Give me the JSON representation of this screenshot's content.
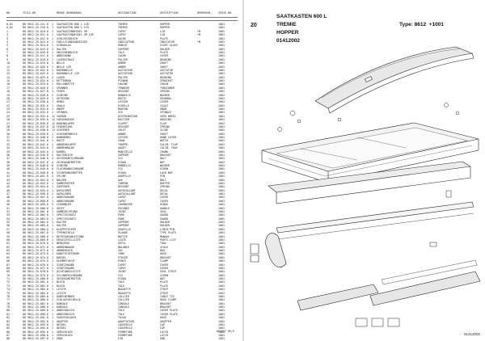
{
  "parts_list": {
    "columns": [
      "NR",
      "TEILE-NR",
      "MENGE BENENNUNG",
      "DESIGNATION",
      "DESCRIPTION",
      "BEMERKUNGEN",
      "SERIE-NR"
    ],
    "rows": [
      [
        "0,01",
        "80 9612.25.211.0",
        "1",
        "SAATKASTEN 600 L 12R",
        "TREMIE",
        "HOPPER",
        "",
        "1001"
      ],
      [
        "0,02",
        "80 9612.25.210.0",
        "1",
        "SAATKASTEN 600 L 11R",
        "TREMIE",
        "HOPPER",
        "",
        "1001"
      ],
      [
        "1",
        "80 9612.25.010.0",
        "1",
        "SAATKASTENDECKEL 3M",
        "CAPOT",
        "LID",
        "*B",
        "1001"
      ],
      [
        "2",
        "80 9612.25.011.0",
        "1",
        "SAATKASTENDECKEL 3M 12R",
        "CAPOT",
        "LID",
        "*B",
        "1001"
      ],
      [
        "3",
        "80 9612.25.012.0",
        "1",
        "SCHLIESSBLECH",
        "GACHE",
        "PLATE",
        "",
        "1001"
      ],
      [
        "4",
        "80 9612.25.013.0",
        "1",
        "FUELLSTANDSANZEIGER",
        "INDICATEUR",
        "INDICATOR",
        "*B",
        "1001"
      ],
      [
        "5",
        "80 9612.25.014.0",
        "1",
        "SCHAUGLAS",
        "HUBLOT",
        "SIGHT GLASS",
        "",
        "1001"
      ],
      [
        "6",
        "80 9612.25.015.0",
        "2",
        "HALTER",
        "SUPPORT",
        "HOLDER",
        "",
        "1001"
      ],
      [
        "7",
        "80 9612.25.016.0",
        "1",
        "ZWISCHENBLECH",
        "TOLE",
        "PLATE",
        "",
        "1001"
      ],
      [
        "8",
        "80 9612.25.017.0",
        "1",
        "ABDECKUNG",
        "CACHE",
        "COVER",
        "",
        "1001"
      ],
      [
        "9",
        "80 9612.25.018.0",
        "1",
        "LAGERSCHALE",
        "PALIER",
        "BEARING",
        "",
        "1001"
      ],
      [
        "10",
        "80 9612.25.019.0",
        "1",
        "WELLE",
        "ARBRE",
        "SHAFT",
        "",
        "1001"
      ],
      [
        "11",
        "80 9612.25.020.0",
        "1",
        "WELLE 12R",
        "ARBRE",
        "SHAFT",
        "",
        "1001"
      ],
      [
        "12",
        "80 9612.25.021.0",
        "1",
        "RUEHRWELLE",
        "AGITATEUR",
        "AGITATOR",
        "",
        "1001"
      ],
      [
        "13",
        "80 9612.25.022.0",
        "1",
        "RUEHRWELLE 12R",
        "AGITATEUR",
        "AGITATOR",
        "",
        "1001"
      ],
      [
        "14",
        "80 9612.25.023.0",
        "2",
        "LAGER",
        "PALIER",
        "BEARING",
        "",
        "1001"
      ],
      [
        "15",
        "80 9612.25.024.0",
        "1",
        "KETTENRAD",
        "PIGNON",
        "SPROCKET",
        "",
        "1001"
      ],
      [
        "16",
        "80 9612.25.025.0",
        "1",
        "ROLLENKETTE",
        "CHAINE",
        "CHAIN",
        "",
        "1001"
      ],
      [
        "17",
        "80 9612.25.026.0",
        "1",
        "SPANNER",
        "TENDEUR",
        "TENSIONER",
        "",
        "1001"
      ],
      [
        "18",
        "80 9612.25.027.0",
        "1",
        "FEDER",
        "RESSORT",
        "SPRING",
        "",
        "1001"
      ],
      [
        "19",
        "80 9612.25.028.0",
        "2",
        "SCHEIBE",
        "RONDELLE",
        "WASHER",
        "",
        "1001"
      ],
      [
        "20",
        "80 9612.25.029.0",
        "1",
        "GETRIEBE",
        "BOITE",
        "GEARBOX",
        "",
        "1001"
      ],
      [
        "21",
        "80 9612.25.030.0",
        "1",
        "HEBEL",
        "LEVIER",
        "LEVER",
        "",
        "1001"
      ],
      [
        "22",
        "80 9612.25.031.0",
        "1",
        "SKALA",
        "ECHELLE",
        "SCALE",
        "",
        "1001"
      ],
      [
        "23",
        "80 9612.25.032.0",
        "1",
        "KNOPF",
        "BOUTON",
        "KNOB",
        "",
        "1001"
      ],
      [
        "24",
        "80 9612.25.033.0",
        "1",
        "SPINDEL",
        "VIS",
        "SPINDLE",
        "",
        "1001"
      ],
      [
        "25",
        "80 9612.25.034.0",
        "12",
        "SAERAD",
        "DISTRIBUTEUR",
        "SEED WHEEL",
        "",
        "1001"
      ],
      [
        "26",
        "80 9612.25.035.0",
        "12",
        "SAEGEHAEUSE",
        "BOITIER",
        "HOUSING",
        "",
        "1001"
      ],
      [
        "27",
        "80 9612.25.036.0",
        "12",
        "BODENKLAPPE",
        "CLAPET",
        "FLAP",
        "",
        "1001"
      ],
      [
        "28",
        "80 9612.25.037.0",
        "12",
        "FEDERSTAHL",
        "RESSORT",
        "SPRING",
        "",
        "1001"
      ],
      [
        "29",
        "80 9612.25.038.0",
        "12",
        "SCHIEBER",
        "VOLET",
        "SLIDE",
        "",
        "1001"
      ],
      [
        "30",
        "80 9612.25.039.0",
        "1",
        "SCHIEBERWELLE",
        "ARBRE",
        "SHAFT",
        "",
        "1001"
      ],
      [
        "31",
        "80 9612.25.040.0",
        "1",
        "HANDHEBEL",
        "LEVIER",
        "HAND LEVER",
        "",
        "1001"
      ],
      [
        "32",
        "80 9612.25.041.0",
        "1",
        "RASTE",
        "CRAN",
        "NOTCH",
        "",
        "1001"
      ],
      [
        "33",
        "80 9612.25.042.0",
        "1",
        "ABDREHKLAPPE",
        "TRAPPE",
        "CALIB. FLAP",
        "",
        "1001"
      ],
      [
        "34",
        "80 9612.25.043.0",
        "1",
        "ABDREHMULDE",
        "AUGET",
        "CALIB. TRAY",
        "",
        "1001"
      ],
      [
        "35",
        "80 9612.25.044.0",
        "1",
        "KURBEL",
        "MANIVELLE",
        "CRANK",
        "",
        "1001"
      ],
      [
        "36",
        "80 9612.25.045.0",
        "2",
        "HALTEBLECH",
        "SUPPORT",
        "BRACKET",
        "",
        "1001"
      ],
      [
        "37",
        "80 9612.25.046.0",
        "4",
        "SECHSKANTSCHRAUBE",
        "VIS",
        "BOLT",
        "",
        "1001"
      ],
      [
        "38",
        "80 9612.25.047.0",
        "4",
        "SECHSKANTMUTTER",
        "ECROU",
        "NUT",
        "",
        "1001"
      ],
      [
        "39",
        "80 9612.25.048.0",
        "8",
        "SCHEIBE",
        "RONDELLE",
        "WASHER",
        "",
        "1001"
      ],
      [
        "40",
        "80 9612.25.049.0",
        "6",
        "FLACHRUNDSCHRAUBE",
        "VIS",
        "SCREW",
        "",
        "1001"
      ],
      [
        "41",
        "80 9612.25.050.0",
        "6",
        "SICHERUNGSMUTTER",
        "ECROU",
        "LOCK NUT",
        "",
        "1001"
      ],
      [
        "42",
        "80 9612.25.051.0",
        "2",
        "SPLINT",
        "GOUPILLE",
        "PIN",
        "",
        "1001"
      ],
      [
        "43",
        "80 9612.25.052.0",
        "2",
        "BOLZEN",
        "AXE",
        "BOLT",
        "",
        "1001"
      ],
      [
        "44",
        "80 9612.25.053.0",
        "1",
        "GUMMIPUFFER",
        "TAMPON",
        "BUFFER",
        "",
        "1001"
      ],
      [
        "45",
        "80 9612.25.054.0",
        "1",
        "ZUGFEDER",
        "RESSORT",
        "SPRING",
        "",
        "1001"
      ],
      [
        "46",
        "80 9612.25.055.0",
        "1",
        "AUFKLEBER",
        "AUTOCOLLANT",
        "DECAL",
        "",
        "1001"
      ],
      [
        "47",
        "80 9612.25.056.0",
        "1",
        "AUFKLEBER",
        "AUTOCOLLANT",
        "DECAL",
        "",
        "1001"
      ],
      [
        "48",
        "80 9612.25.057.0",
        "1",
        "ABDECKHAUBE",
        "CAPOT",
        "COVER",
        "",
        "1001"
      ],
      [
        "49",
        "80 9612.25.058.0",
        "1",
        "ABDECKHAUBE",
        "CAPOT",
        "COVER",
        "",
        "1001"
      ],
      [
        "50",
        "80 9612.25.059.0",
        "2",
        "SCHARNIER",
        "CHARNIERE",
        "HINGE",
        "",
        "1001"
      ],
      [
        "51",
        "80 9612.25.060.0",
        "2",
        "GRIFF",
        "POIGNEE",
        "HANDLE",
        "",
        "1001"
      ],
      [
        "52",
        "80 9612.25.061.0",
        "1",
        "GUMMIDICHTUNG",
        "JOINT",
        "SEAL",
        "",
        "1001"
      ],
      [
        "53",
        "80 9612.25.062.0",
        "1",
        "SPRITZSCHUTZ",
        "PARE",
        "GUARD",
        "",
        "1001"
      ],
      [
        "54",
        "80 9612.25.063.0",
        "1",
        "SPRITZSCHUTZ",
        "PARE",
        "GUARD",
        "",
        "1001"
      ],
      [
        "55",
        "80 9612.25.064.0",
        "1",
        "HALTER",
        "SUPPORT",
        "HOLDER",
        "",
        "1001"
      ],
      [
        "56",
        "80 9612.25.065.0",
        "1",
        "HALTER",
        "SUPPORT",
        "HOLDER",
        "",
        "1001"
      ],
      [
        "57",
        "80 9612.25.066.0",
        "2",
        "KLAPPSTECKER",
        "GOUPILLE",
        "LINCH PIN",
        "",
        "1001"
      ],
      [
        "58",
        "80 9612.25.067.0",
        "1",
        "TYPENSCHILD",
        "PLAQUE",
        "TYPE PLATE",
        "",
        "1001"
      ],
      [
        "59",
        "80 9612.25.068.0",
        "1",
        "BETRIEBSANLEITUNG",
        "NOTICE",
        "MANUAL",
        "",
        "1001"
      ],
      [
        "60",
        "80 9612.25.069.0",
        "1",
        "ERSATZTEILLISTE",
        "LISTE",
        "PARTS LIST",
        "",
        "1001"
      ],
      [
        "61",
        "80 9612.25.070.0",
        "1",
        "WERKZEUG",
        "OUTIL",
        "TOOL",
        "",
        "1001"
      ],
      [
        "62",
        "80 9612.25.071.0",
        "1",
        "ABDREHWAAGE",
        "BALANCE",
        "SCALE",
        "",
        "1001"
      ],
      [
        "63",
        "80 9612.25.072.0",
        "1",
        "ABDREHSACK",
        "SAC",
        "BAG",
        "",
        "1001"
      ],
      [
        "64",
        "80 9612.25.073.0",
        "1",
        "KUNSTSTOFFROHR",
        "TUBE",
        "HOSE",
        "",
        "1001"
      ],
      [
        "65",
        "80 9612.25.074.0",
        "1",
        "BUEGEL",
        "ETRIER",
        "BRACKET",
        "",
        "1001"
      ],
      [
        "66",
        "80 9612.25.075.0",
        "1",
        "KLEMMSTUECK",
        "PINCE",
        "CLAMP",
        "",
        "1001"
      ],
      [
        "67",
        "80 9612.25.076.0",
        "1",
        "SCHUTZHAUBE",
        "CAPOT",
        "COVER",
        "",
        "1001"
      ],
      [
        "68",
        "80 9612.25.077.0",
        "1",
        "SCHUTZHAUBE",
        "CAPOT",
        "COVER",
        "",
        "1001"
      ],
      [
        "69",
        "80 9612.25.078.0",
        "1",
        "DICHTUNGSLEISTE",
        "JOINT",
        "SEAL STRIP",
        "",
        "1001"
      ],
      [
        "70",
        "80 9612.25.079.0",
        "2",
        "ZYLINDERSCHRAUBE",
        "VIS",
        "SCREW",
        "",
        "1001"
      ],
      [
        "71",
        "80 9612.25.080.0",
        "2",
        "SECHSKANTMUTTER",
        "ECROU",
        "NUT",
        "",
        "1001"
      ],
      [
        "72",
        "80 9612.25.081.0",
        "1",
        "BLECH",
        "TOLE",
        "PLATE",
        "",
        "1001"
      ],
      [
        "73",
        "80 9612.25.082.0",
        "1",
        "BLECH",
        "TOLE",
        "PLATE",
        "",
        "1001"
      ],
      [
        "74",
        "80 9612.25.083.0",
        "1",
        "LEISTE",
        "BAGUETTE",
        "STRIP",
        "",
        "1001"
      ],
      [
        "75",
        "80 9612.25.084.0",
        "1",
        "LEISTE",
        "BAGUETTE",
        "STRIP",
        "",
        "1001"
      ],
      [
        "76",
        "80 9612.25.085.0",
        "1",
        "KABELBINDER",
        "COLLIER",
        "CABLE TIE",
        "",
        "1001"
      ],
      [
        "77",
        "80 9612.25.086.0",
        "1",
        "SCHLAUCHSCHELLE",
        "COLLIER",
        "HOSE CLAMP",
        "",
        "1001"
      ],
      [
        "78",
        "80 9612.25.087.0",
        "1",
        "KONSOLE",
        "CONSOLE",
        "BRACKET",
        "",
        "1001"
      ],
      [
        "79",
        "80 9612.25.088.0",
        "1",
        "KONSOLE",
        "CONSOLE",
        "BRACKET",
        "",
        "1001"
      ],
      [
        "80",
        "80 9612.25.089.0",
        "1",
        "ABDECKBLECH",
        "TOLE",
        "COVER PLATE",
        "",
        "1001"
      ],
      [
        "81",
        "80 9612.25.090.0",
        "1",
        "ABDECKBLECH",
        "TOLE",
        "COVER PLATE",
        "",
        "1001"
      ],
      [
        "82",
        "80 9612.25.091.0",
        "1",
        "SAUGSCHLAUCH",
        "TUYAU",
        "HOSE",
        "",
        "1001"
      ],
      [
        "83",
        "80 9612.25.092.0",
        "1",
        "ADAPTER",
        "ADAPTATEUR",
        "ADAPTER",
        "",
        "1001"
      ],
      [
        "84",
        "80 9612.25.093.0",
        "1",
        "DECKEL",
        "COUVERCLE",
        "CAP",
        "",
        "1001"
      ],
      [
        "85",
        "80 9612.25.094.0",
        "1",
        "DECKEL",
        "COUVERCLE",
        "CAP",
        "",
        "1001"
      ],
      [
        "86",
        "80 9612.25.095.0",
        "1",
        "VERSCHLUSS",
        "FERMETURE",
        "LATCH",
        "",
        "1001"
      ],
      [
        "87",
        "80 9612.25.096.0",
        "1",
        "VERSCHLUSS",
        "FERMETURE",
        "LATCH",
        "",
        "1001"
      ],
      [
        "88",
        "80 9612.25.097.0",
        "1",
        "ENDE",
        "FIN",
        "END",
        "",
        "1001"
      ]
    ],
    "footer": "062097 DE/E"
  },
  "drawing": {
    "page_number": "20",
    "title_de": "SAATKASTEN 600 L",
    "title_fr": "TREMIE",
    "title_en": "HOPPER",
    "drawing_code": "01412002",
    "type_label": "Type: 8612",
    "serial_label": "+1001",
    "drawing_ref": "01412002"
  }
}
